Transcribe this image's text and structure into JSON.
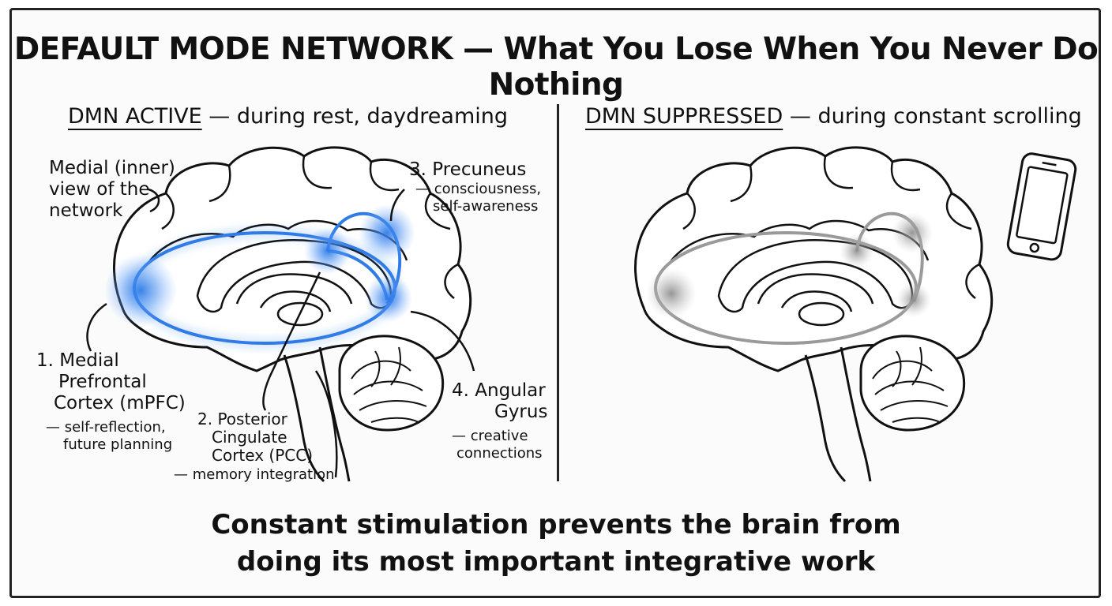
{
  "title": "DEFAULT MODE NETWORK — What You Lose When You Never Do Nothing",
  "left_panel": {
    "heading": "DMN ACTIVE",
    "heading_rest": " — during rest, daydreaming",
    "view_note": [
      "Medial (inner)",
      "view of the",
      "network"
    ],
    "regions": [
      {
        "name": [
          "1. Medial",
          "Prefrontal",
          "Cortex (mPFC)"
        ],
        "desc": [
          "— self-reflection,",
          "future planning"
        ]
      },
      {
        "name": [
          "2. Posterior",
          "Cingulate",
          "Cortex (PCC)"
        ],
        "desc": [
          "— memory integration"
        ]
      },
      {
        "name": [
          "3. Precuneus"
        ],
        "desc": [
          "— consciousness,",
          "self-awareness"
        ]
      },
      {
        "name": [
          "4. Angular",
          "Gyrus"
        ],
        "desc": [
          "— creative",
          "connections"
        ]
      }
    ],
    "active_color": "#2f7be8"
  },
  "right_panel": {
    "heading": "DMN SUPPRESSED",
    "heading_rest": " — during constant scrolling",
    "suppressed_color": "#9a9a9a"
  },
  "bottom_text": [
    "Constant stimulation prevents the brain from",
    "doing its most important integrative work"
  ]
}
